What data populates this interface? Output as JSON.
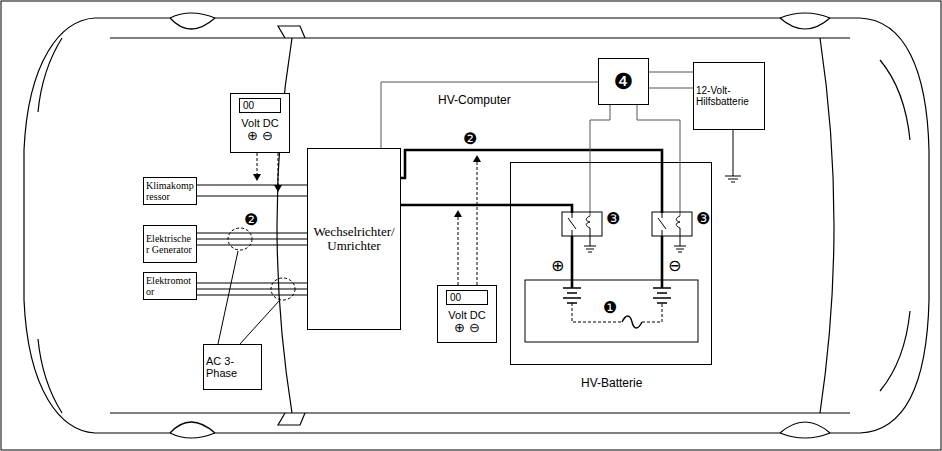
{
  "diagram": {
    "nodes": [
      {
        "text": [
          "00",
          "Volt DC",
          "⊕ ⊖"
        ]
      },
      {
        "text": [
          "❹",
          "HV-Computer"
        ]
      },
      {
        "text": [
          "12-Volt-Hilfsbatterie"
        ]
      },
      {
        "text": [
          "Klimakompressor"
        ]
      },
      {
        "text": [
          "Elektrischer Generator"
        ]
      },
      {
        "text": [
          "Elektromotor"
        ]
      },
      {
        "text": [
          "Wechselrichter/ Umrichter"
        ]
      },
      {
        "text": [
          "HV-Batterie"
        ]
      },
      {
        "text": [
          "00",
          "Volt DC",
          "⊕ ⊖"
        ]
      },
      {
        "text": [
          "AC 3-Phase"
        ]
      }
    ],
    "edges": [
      {
        "from": 3,
        "to": 6,
        "arrow": "none"
      },
      {
        "from": 4,
        "to": 6,
        "arrow": "none"
      },
      {
        "from": 5,
        "to": 6,
        "arrow": "none"
      },
      {
        "from": 7,
        "to": 6,
        "arrow": "none"
      },
      {
        "from": 1,
        "to": 6,
        "arrow": "none"
      },
      {
        "from": 1,
        "to": 2,
        "arrow": "none"
      },
      {
        "from": 1,
        "to": 7,
        "arrow": "none"
      }
    ],
    "labels": [
      "❷",
      "❷",
      "❸",
      "❸",
      "❶",
      "⊕",
      "⊖"
    ]
  }
}
